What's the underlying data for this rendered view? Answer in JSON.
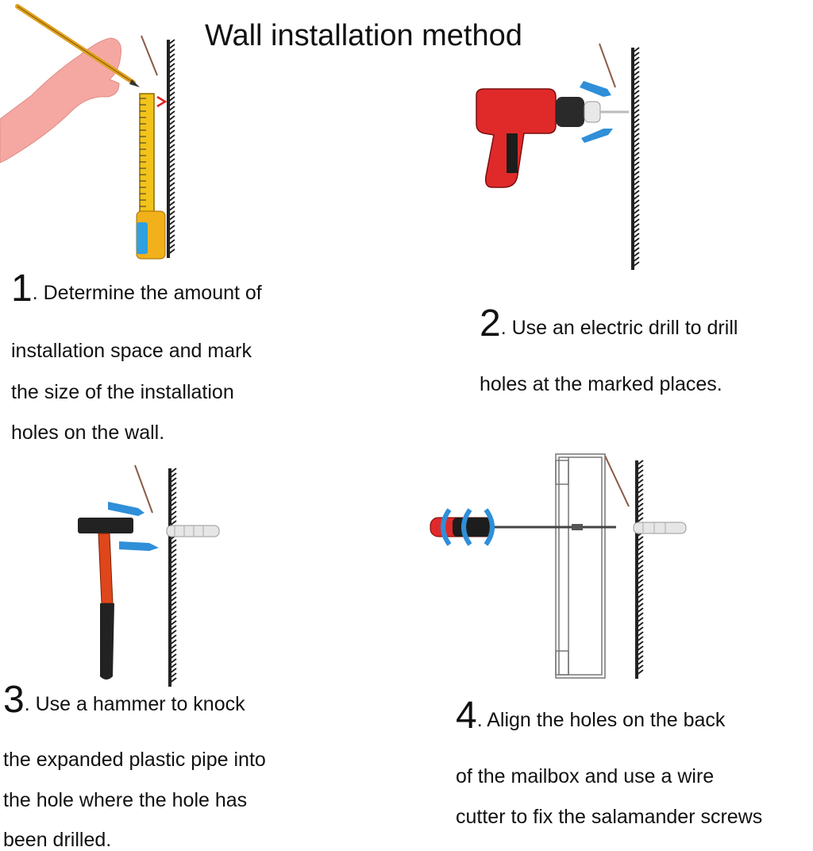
{
  "title": "Wall installation method",
  "steps": [
    {
      "number": "1",
      "lines": [
        "Determine the amount of",
        "installation space and mark",
        "the size of the installation",
        "holes on the wall."
      ]
    },
    {
      "number": "2",
      "lines": [
        "Use an electric drill to drill",
        "holes at the marked places."
      ]
    },
    {
      "number": "3",
      "lines": [
        "Use a hammer to knock",
        "the expanded plastic pipe into",
        "the hole where the hole has",
        "been drilled."
      ]
    },
    {
      "number": "4",
      "lines": [
        "Align the holes on the back",
        "of the mailbox and use a wire",
        "cutter to fix the salamander screws"
      ]
    }
  ],
  "colors": {
    "arrow": "#2f8fd8",
    "drill_body": "#e02a2a",
    "hammer_handle": "#e0461c",
    "tape_yellow": "#f2c31a",
    "wall": "#333333"
  },
  "icons": [
    "hand-pencil-icon",
    "tape-measure-icon",
    "electric-drill-icon",
    "hammer-icon",
    "screwdriver-icon",
    "wall-anchor-icon",
    "mailbox-outline-icon",
    "wall-icon",
    "arrow-icon"
  ]
}
